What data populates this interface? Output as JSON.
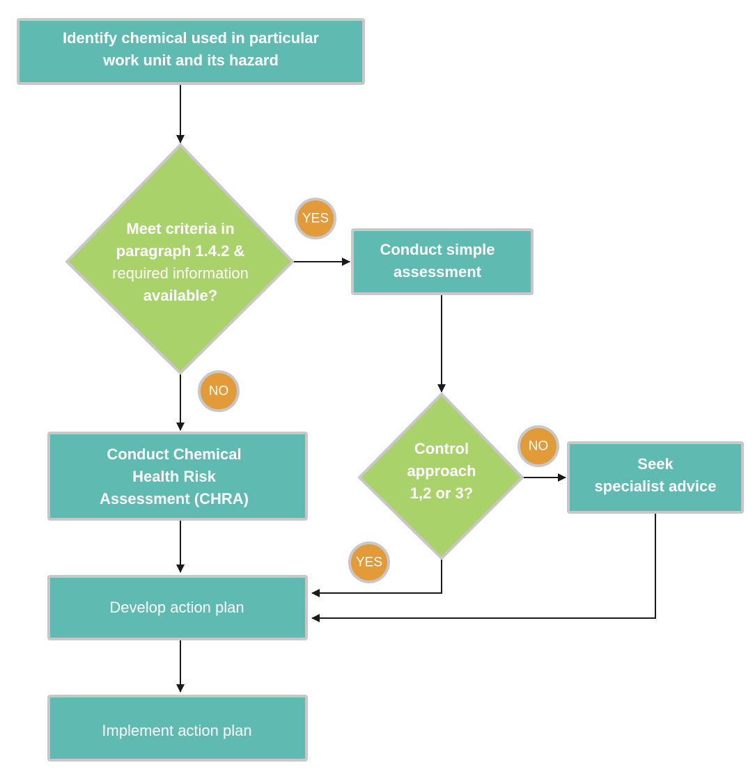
{
  "colors": {
    "process_fill": "#5fbab2",
    "process_border": "#c8c8c8",
    "decision_fill": "#a9d26a",
    "decision_border": "#c8c8c8",
    "badge_fill": "#e39a39",
    "badge_border": "#c8c8c8",
    "text": "#ffffff",
    "connector": "#1a1a1a"
  },
  "nodes": {
    "identify": {
      "lines": [
        "Identify chemical used in particular",
        "work unit and its hazard"
      ]
    },
    "criteria": {
      "lines": [
        "Meet criteria in",
        "paragraph 1.4.2 &",
        "required information",
        "available?"
      ]
    },
    "simple": {
      "lines": [
        "Conduct simple",
        "assessment"
      ]
    },
    "chra": {
      "lines": [
        "Conduct Chemical",
        "Health Risk",
        "Assessment (CHRA)"
      ]
    },
    "control": {
      "lines": [
        "Control",
        "approach",
        "1,2 or 3?"
      ]
    },
    "specialist": {
      "lines": [
        "Seek",
        "specialist advice"
      ]
    },
    "develop": {
      "lines": [
        "Develop action plan"
      ]
    },
    "implement": {
      "lines": [
        "Implement action plan"
      ]
    }
  },
  "badges": {
    "criteria_yes": "YES",
    "criteria_no": "NO",
    "control_no": "NO",
    "control_yes": "YES"
  }
}
